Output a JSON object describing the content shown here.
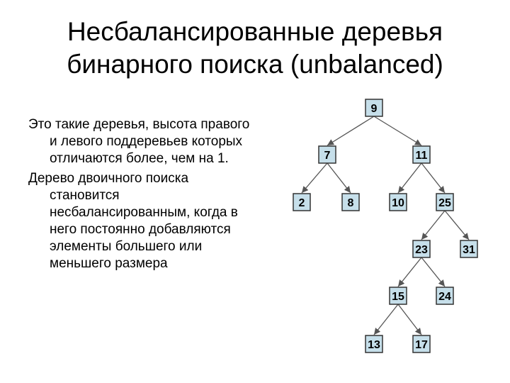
{
  "title": {
    "line1": "Несбалансированные деревья",
    "line2": "бинарного поиска (unbalanced)"
  },
  "paragraphs": [
    "Это такие деревья, высота правого и левого поддеревьев которых отличаются более, чем на 1.",
    "Дерево двоичного поиска становится несбалансированным, когда в него постоянно добавляются элементы большего или меньшего размера"
  ],
  "tree": {
    "nodes": [
      {
        "id": "n9",
        "label": "9"
      },
      {
        "id": "n7",
        "label": "7"
      },
      {
        "id": "n11",
        "label": "11"
      },
      {
        "id": "n2",
        "label": "2"
      },
      {
        "id": "n8",
        "label": "8"
      },
      {
        "id": "n10",
        "label": "10"
      },
      {
        "id": "n25",
        "label": "25"
      },
      {
        "id": "n23",
        "label": "23"
      },
      {
        "id": "n31",
        "label": "31"
      },
      {
        "id": "n15",
        "label": "15"
      },
      {
        "id": "n24",
        "label": "24"
      },
      {
        "id": "n13",
        "label": "13"
      },
      {
        "id": "n17",
        "label": "17"
      }
    ],
    "edges": [
      [
        "n9",
        "n7"
      ],
      [
        "n9",
        "n11"
      ],
      [
        "n7",
        "n2"
      ],
      [
        "n7",
        "n8"
      ],
      [
        "n11",
        "n10"
      ],
      [
        "n11",
        "n25"
      ],
      [
        "n25",
        "n23"
      ],
      [
        "n25",
        "n31"
      ],
      [
        "n23",
        "n15"
      ],
      [
        "n23",
        "n24"
      ],
      [
        "n15",
        "n13"
      ],
      [
        "n15",
        "n17"
      ]
    ]
  }
}
